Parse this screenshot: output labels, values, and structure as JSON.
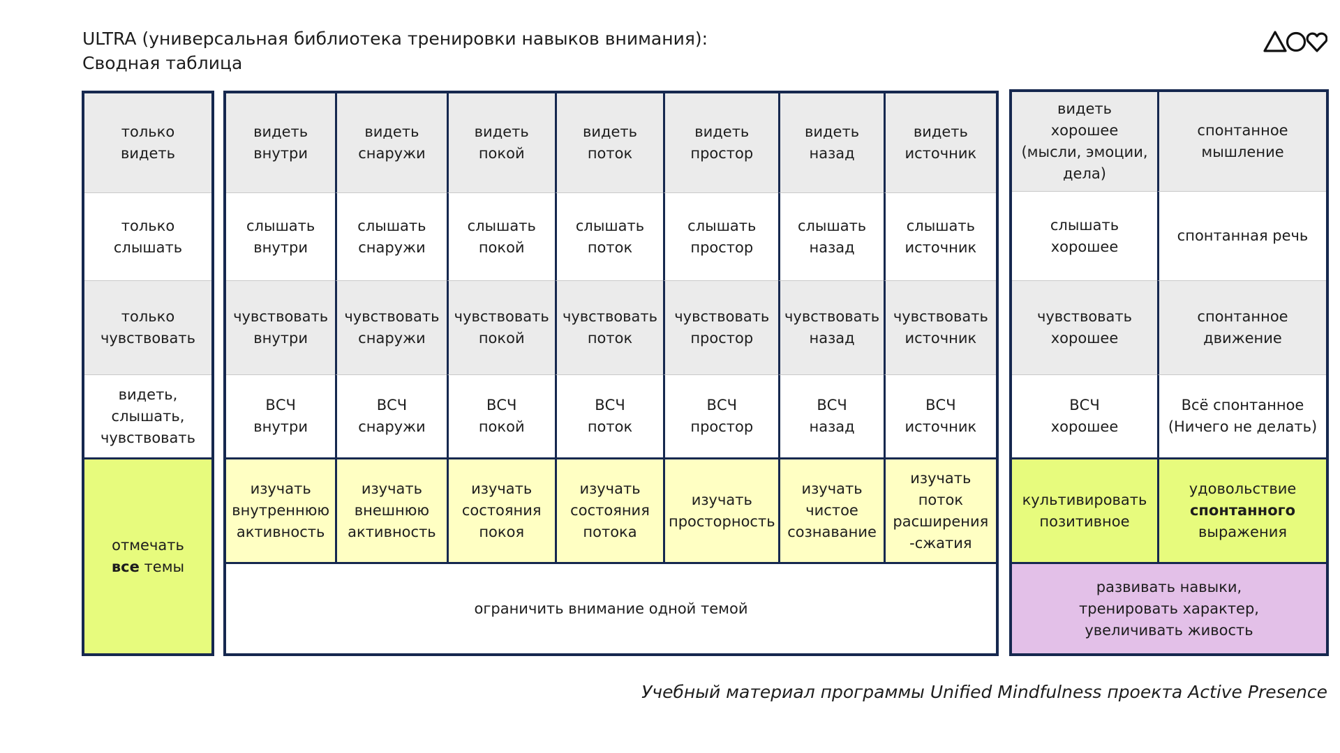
{
  "header": {
    "title_line1": "ULTRA (универсальная библиотека тренировки навыков внимания):",
    "title_line2": "Сводная таблица"
  },
  "footer": {
    "text": "Учебный материал программы Unified Mindfulness проекта Active Presence"
  },
  "logo": {
    "icon": "triangle-circle-heart-logo"
  },
  "colors": {
    "border": "#16284f",
    "grey": "#ebebeb",
    "yellow": "#ffffc3",
    "lime": "#e7fb7d",
    "purple": "#e3c0e8"
  },
  "left": {
    "see": "только\nвидеть",
    "hear": "только\nслышать",
    "feel": "только\nчувствовать",
    "all": "видеть,\nслышать,\nчувствовать",
    "note_pre": "отмечать",
    "note_bold": "все",
    "note_post": " темы"
  },
  "middle": {
    "see": [
      "видеть\nвнутри",
      "видеть\nснаружи",
      "видеть\nпокой",
      "видеть\nпоток",
      "видеть\nпростор",
      "видеть\nназад",
      "видеть\nисточник"
    ],
    "hear": [
      "слышать\nвнутри",
      "слышать\nснаружи",
      "слышать\nпокой",
      "слышать\nпоток",
      "слышать\nпростор",
      "слышать\nназад",
      "слышать\nисточник"
    ],
    "feel": [
      "чувствовать\nвнутри",
      "чувствовать\nснаружи",
      "чувствовать\nпокой",
      "чувствовать\nпоток",
      "чувствовать\nпростор",
      "чувствовать\nназад",
      "чувствовать\nисточник"
    ],
    "all": [
      "ВСЧ\nвнутри",
      "ВСЧ\nснаружи",
      "ВСЧ\nпокой",
      "ВСЧ\nпоток",
      "ВСЧ\nпростор",
      "ВСЧ\nназад",
      "ВСЧ\nисточник"
    ],
    "study": [
      "изучать\nвнутреннюю\nактивность",
      "изучать\nвнешнюю\nактивность",
      "изучать\nсостояния\nпокоя",
      "изучать\nсостояния\nпотока",
      "изучать\nпросторность",
      "изучать\nчистое\nсознавание",
      "изучать\nпоток\nрасширения\n-сжатия"
    ],
    "limit": "ограничить внимание одной темой"
  },
  "right": {
    "see": [
      "видеть\nхорошее\n(мысли, эмоции,\nдела)",
      "спонтанное\nмышление"
    ],
    "hear": [
      "слышать\nхорошее",
      "спонтанная речь"
    ],
    "feel": [
      "чувствовать\nхорошее",
      "спонтанное\nдвижение"
    ],
    "all": [
      "ВСЧ\nхорошее",
      "Всё спонтанное\n(Ничего не делать)"
    ],
    "cultivate": "культивировать\nпозитивное",
    "pleasure_line1": "удовольствие",
    "pleasure_bold": "спонтанного",
    "pleasure_line3": "выражения",
    "develop": "развивать навыки,\nтренировать характер,\nувеличивать живость"
  }
}
